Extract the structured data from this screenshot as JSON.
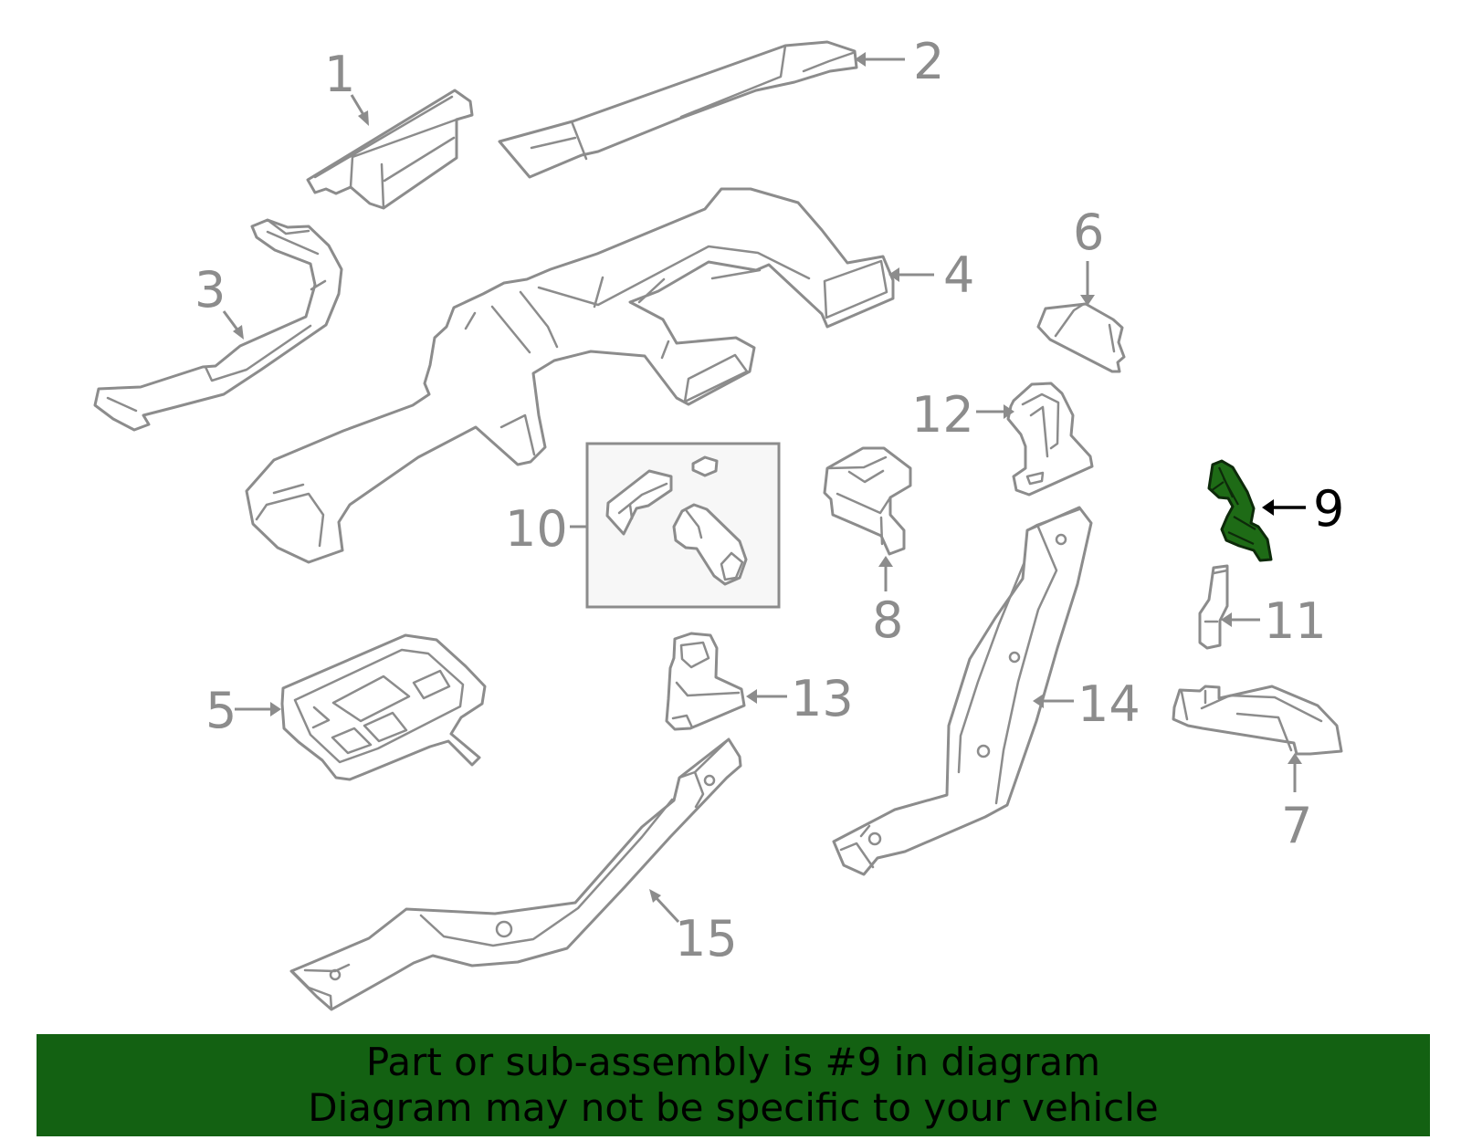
{
  "diagram": {
    "callouts": [
      "1",
      "2",
      "3",
      "4",
      "5",
      "6",
      "7",
      "8",
      "9",
      "10",
      "11",
      "12",
      "13",
      "14",
      "15"
    ],
    "highlighted_callout": "9",
    "highlight_color": "#1e6b16",
    "part_line_color": "#8c8c8c"
  },
  "footer": {
    "line1": "Part or sub-assembly is #9 in diagram",
    "line2": "Diagram may not be specific to your vehicle",
    "background_color": "#136112"
  }
}
